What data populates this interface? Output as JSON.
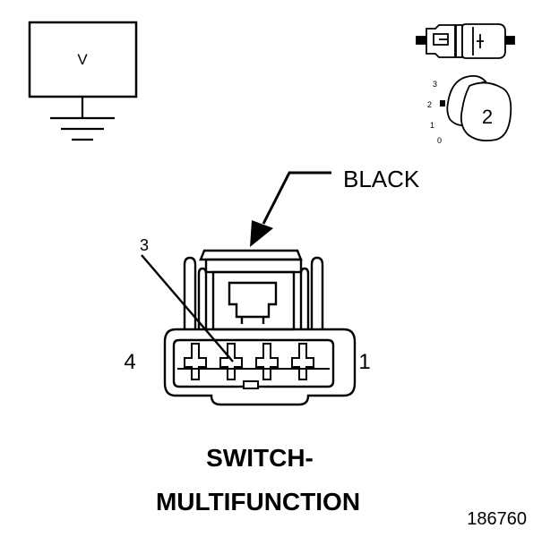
{
  "meter": {
    "label": "V"
  },
  "ignition_key": {
    "positions": [
      "3",
      "2",
      "1",
      "0"
    ],
    "selected": "2"
  },
  "connector": {
    "color_label": "BLACK",
    "pin_labels": {
      "left": "4",
      "right": "1",
      "callout": "3"
    },
    "name_line1": "SWITCH-",
    "name_line2": "MULTIFUNCTION"
  },
  "figure_number": "186760"
}
